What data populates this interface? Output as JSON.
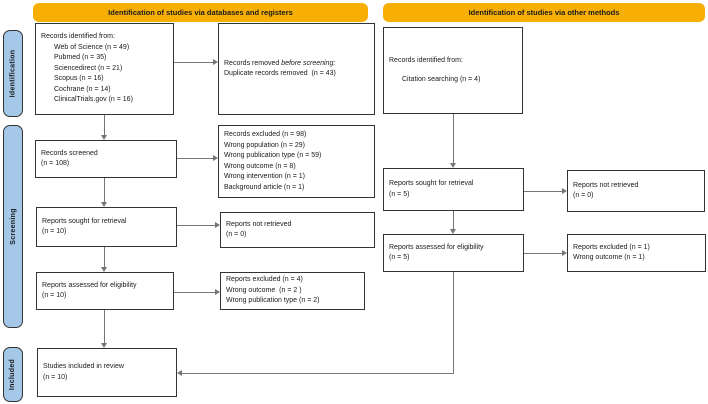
{
  "colors": {
    "bg": "#ffffff",
    "header_bg": "#F7AF04",
    "sidebar_bg": "#A5C8E9",
    "box_border": "#333333",
    "line_color": "#757575",
    "text_color": "#1a1a1a"
  },
  "diagram": {
    "type": "PRISMA flow diagram",
    "headers": {
      "databases": "Identification of studies via databases and registers",
      "other": "Identification of studies via other methods"
    },
    "sidebar": {
      "identification": "Identification",
      "screening": "Screening",
      "included": "Included"
    },
    "boxes": {
      "db_identified": {
        "lines": [
          "Records identified from:",
          "Web of Science (n = 49)",
          "Pubmed (n = 35)",
          "Sciencedirect (n = 21)",
          "Scopus (n = 16)",
          "Cochrane (n = 14)",
          "ClinicalTrials.gov (n = 16)"
        ]
      },
      "records_removed": {
        "line1_prefix": "Records removed ",
        "line1_italic": "before screening:",
        "line2": "Duplicate records removed  (n = 43)"
      },
      "records_screened": {
        "lines": [
          "Records screened",
          "(n = 108)"
        ]
      },
      "records_excluded": {
        "lines": [
          "Records excluded (n = 98)",
          "Wrong population (n = 29)",
          "Wrong publication type (n = 59)",
          "Wrong outcome (n = 8)",
          "Wrong intervention (n = 1)",
          "Background article (n = 1)"
        ]
      },
      "reports_sought_db": {
        "lines": [
          "Reports sought for retrieval",
          "(n = 10)"
        ]
      },
      "reports_not_retrieved_db": {
        "lines": [
          "Reports not retrieved",
          "(n = 0)"
        ]
      },
      "reports_assessed_db": {
        "lines": [
          "Reports assessed for eligibility",
          "(n = 10)"
        ]
      },
      "reports_excluded_db": {
        "lines": [
          "Reports excluded (n = 4)",
          "Wrong outcome  (n = 2 )",
          "Wrong publication type (n = 2)"
        ]
      },
      "studies_included": {
        "lines": [
          "Studies included in review",
          "(n = 10)"
        ]
      },
      "other_identified": {
        "lines": [
          "Records identified from:",
          "Citation searching (n = 4)"
        ]
      },
      "reports_sought_other": {
        "lines": [
          "Reports sought for retrieval",
          "(n = 5)"
        ]
      },
      "reports_not_retrieved_other": {
        "lines": [
          "Reports not retrieved",
          "(n = 0)"
        ]
      },
      "reports_assessed_other": {
        "lines": [
          "Reports assessed for eligibility",
          "(n = 5)"
        ]
      },
      "reports_excluded_other": {
        "lines": [
          "Reports excluded (n = 1)",
          "Wrong outcome (n = 1)"
        ]
      }
    }
  }
}
